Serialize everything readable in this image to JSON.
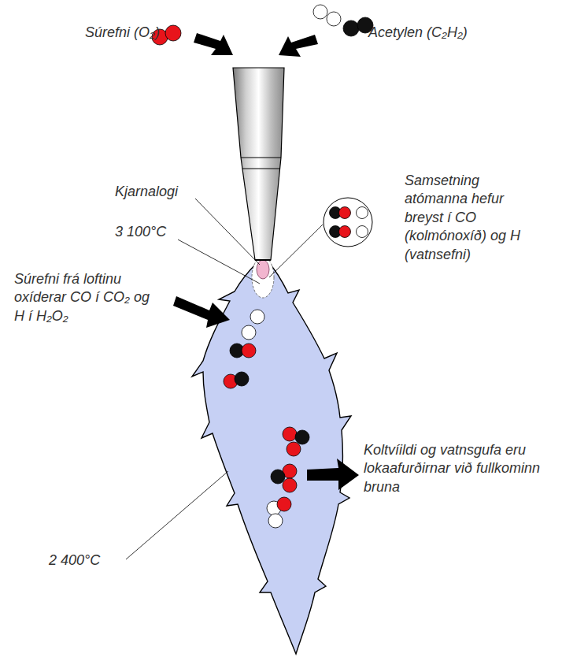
{
  "diagram": {
    "labels": [
      "Súrefni (O₂)",
      "Acetylen (C₂H₂)",
      "Kjarnalogi",
      "Samsetning atómanna hefur breyst í CO (kolmónoxíð) og H (vatnsefni)",
      "3 100°C",
      "Súrefni frá loftinu oxíderar CO í CO₂ og H í H₂O₂",
      "Koltvíildi og vatnsgufa eru lokaafurðirnar við fullkominn bruna",
      "2 400°C"
    ]
  }
}
